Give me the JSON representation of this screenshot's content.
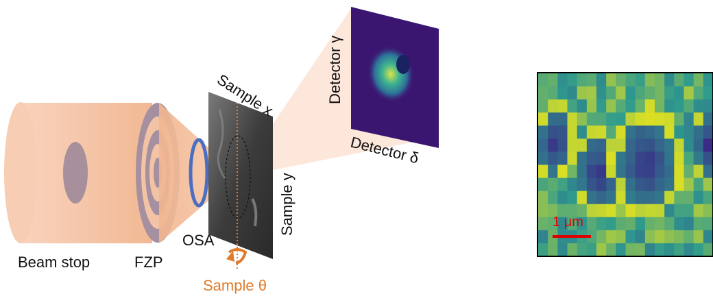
{
  "labels": {
    "beam_stop": "Beam stop",
    "fzp": "FZP",
    "osa": "OSA",
    "sample_x": "Sample x",
    "sample_y": "Sample y",
    "sample_theta": "Sample θ",
    "detector_gamma": "Detector γ",
    "detector_delta": "Detector δ",
    "scale_bar": "1 μm"
  },
  "colors": {
    "beam": "#f5c6a8",
    "beam_stop": "#a88f9c",
    "fzp_rings": "#a6909f",
    "osa": "#4a6fc2",
    "axis_orange": "#e07b2c",
    "scale_red": "#e00000",
    "heatmap_low": "#3b1e86",
    "heatmap_mid": "#2e9a8e",
    "heatmap_high": "#e3e21f"
  },
  "heatmap": {
    "grid": [
      18,
      14
    ],
    "value_range": [
      0,
      1
    ]
  }
}
